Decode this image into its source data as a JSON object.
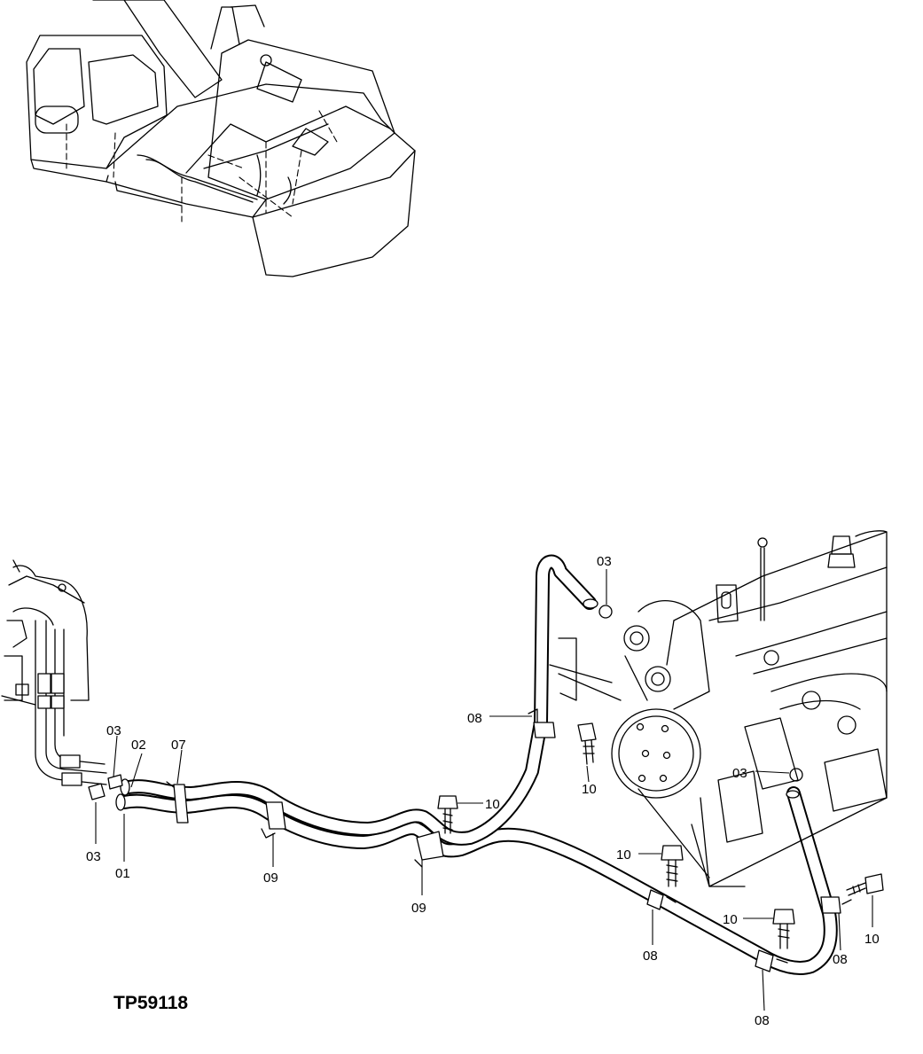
{
  "drawing": {
    "reference": "TP59118",
    "callouts": {
      "c01": "01",
      "c02": "02",
      "c03a": "03",
      "c03b": "03",
      "c03c": "03",
      "c03d": "03",
      "c07": "07",
      "c08a": "08",
      "c08b": "08",
      "c08c": "08",
      "c08d": "08",
      "c09a": "09",
      "c09b": "09",
      "c10a": "10",
      "c10b": "10",
      "c10c": "10",
      "c10d": "10",
      "c10e": "10"
    }
  }
}
